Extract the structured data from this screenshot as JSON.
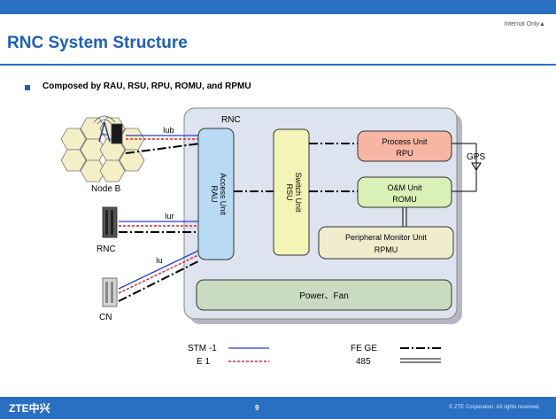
{
  "header": {
    "internal_label": "Internal Only▲",
    "title": "RNC System Structure"
  },
  "bullet": {
    "text": "Composed by RAU, RSU, RPU, ROMU, and RPMU"
  },
  "diagram": {
    "rnc_label": "RNC",
    "rau": {
      "line1": "RAU",
      "line2": "Access Unit"
    },
    "rsu": {
      "line1": "RSU",
      "line2": "Switch Unit"
    },
    "rpu": {
      "line1": "Process Unit",
      "line2": "RPU"
    },
    "romu": {
      "line1": "O&M Unit",
      "line2": "ROMU"
    },
    "rpmu": {
      "line1": "Peripheral Monitor Unit",
      "line2": "RPMU"
    },
    "power": "Power、Fan",
    "gps": "GPS",
    "node_b_label": "Node B",
    "rnc_external_label": "RNC",
    "cn_label": "CN",
    "iub_label": "Iub",
    "iur_label": "Iur",
    "iu_label": "Iu",
    "colors": {
      "rpu_fill": "#f6b6a3",
      "romu_fill": "#d9f0b6",
      "rsu_fill": "#f2f5b6",
      "rau_fill": "#b9daf5",
      "rpmu_fill": "#f0edcf",
      "power_fill": "#c9dcc2",
      "stm_line": "#2b3fc9",
      "e1_line": "#e0242a"
    }
  },
  "legend": {
    "stm1": "STM -1",
    "e1": "E 1",
    "fe_ge": "FE  GE",
    "r485": "485"
  },
  "footer": {
    "logo": "ZTE中兴",
    "page": "9",
    "copyright": "© ZTE Corporation. All rights reserved."
  }
}
